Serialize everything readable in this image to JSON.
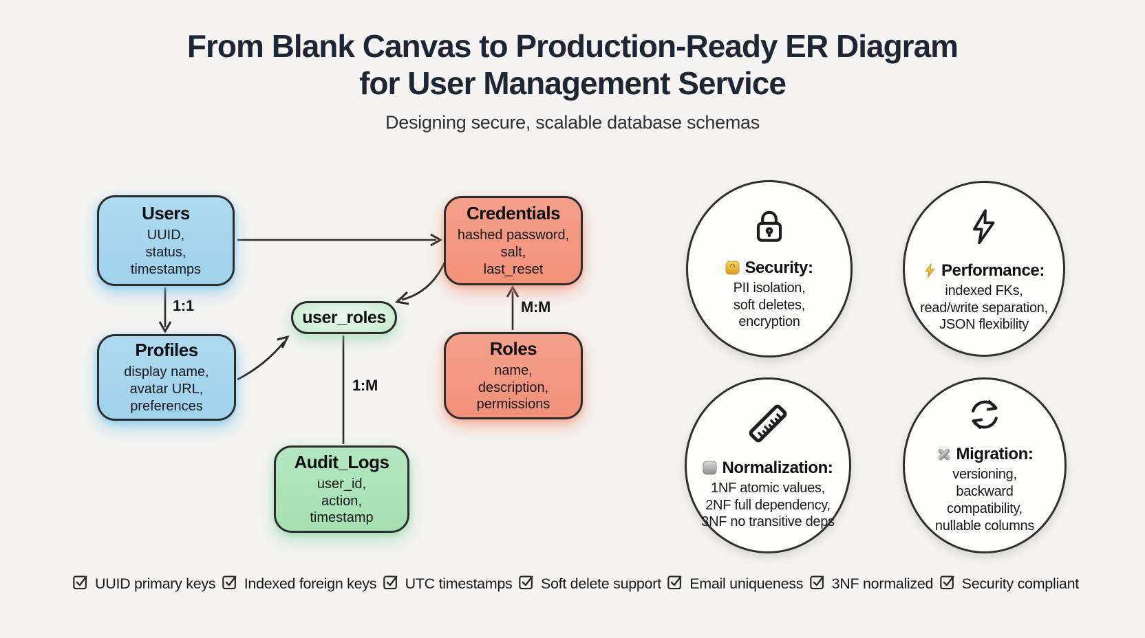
{
  "header": {
    "title_line1": "From Blank Canvas to Production-Ready ER Diagram",
    "title_line2": "for User Management Service",
    "subtitle": "Designing secure, scalable database schemas"
  },
  "diagram": {
    "entities": [
      {
        "name": "Users",
        "fields": "UUID,\nstatus,\ntimestamps",
        "color": "#a7d7ef"
      },
      {
        "name": "Credentials",
        "fields": "hashed password,\nsalt,\nlast_reset",
        "color": "#f4997f"
      },
      {
        "name": "Profiles",
        "fields": "display name,\navatar URL,\npreferences",
        "color": "#a7d7ef"
      },
      {
        "name": "Roles",
        "fields": "name,\ndescription,\npermissions",
        "color": "#f4997f"
      },
      {
        "name": "user_roles",
        "fields": "",
        "color": "#d5f0d9"
      },
      {
        "name": "Audit_Logs",
        "fields": "user_id,\naction,\ntimestamp",
        "color": "#abe2b7"
      }
    ],
    "relationships": [
      {
        "label": "1:1",
        "from": "Users",
        "to": "Profiles"
      },
      {
        "label": "M:M",
        "from": "Roles",
        "to": "Credentials"
      },
      {
        "label": "1:M",
        "from": "user_roles",
        "to": "Audit_Logs"
      }
    ]
  },
  "principles": [
    {
      "label": "Security:",
      "details": "PII isolation,\nsoft deletes,\nencryption"
    },
    {
      "label": "Performance:",
      "details": "indexed FKs,\nread/write separation,\nJSON flexibility"
    },
    {
      "label": "Normalization:",
      "details": "1NF atomic values,\n2NF full dependency,\n3NF no transitive deps"
    },
    {
      "label": "Migration:",
      "details": "versioning,\nbackward compatibility,\nnullable columns"
    }
  ],
  "checklist": {
    "items": [
      {
        "label": "UUID primary keys",
        "checked": true
      },
      {
        "label": "Indexed foreign keys",
        "checked": true
      },
      {
        "label": "UTC timestamps",
        "checked": true
      },
      {
        "label": "Soft delete support",
        "checked": true
      },
      {
        "label": "Email uniqueness",
        "checked": true
      },
      {
        "label": "3NF normalized",
        "checked": true
      },
      {
        "label": "Security compliant",
        "checked": true
      }
    ]
  },
  "colors": {
    "background": "#f5f4f2",
    "title": "#1e2633",
    "entity_blue": "#a7d7ef",
    "entity_salmon": "#f4997f",
    "entity_green": "#abe2b7",
    "entity_green_light": "#d5f0d9",
    "outline": "#2b2b2b",
    "gold_accent": "#e9b52f",
    "silver_accent": "#a8a8a8"
  }
}
